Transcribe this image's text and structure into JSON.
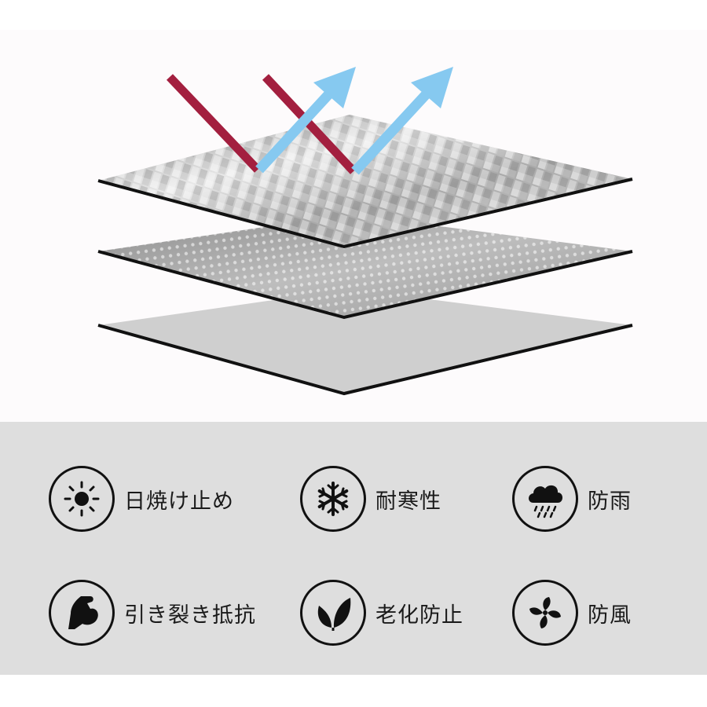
{
  "colors": {
    "hero_background": "#fdfbfc",
    "panel_background": "#dedede",
    "incoming_arrow": "#a31f3f",
    "reflected_arrow": "#86c9f0",
    "layer_edge": "#111111",
    "icon_ink": "#111111"
  },
  "hero": {
    "layers": [
      {
        "name": "woven-foil-layer",
        "texture": "woven-silver"
      },
      {
        "name": "bubble-mesh-layer",
        "texture": "grid-silver"
      },
      {
        "name": "base-film-layer",
        "texture": "plain-grey"
      }
    ],
    "arrows": {
      "incoming_count": 2,
      "reflected_count": 2
    }
  },
  "features": [
    {
      "icon": "sun-icon",
      "label": "日焼け止め"
    },
    {
      "icon": "snowflake-icon",
      "label": "耐寒性"
    },
    {
      "icon": "rain-cloud-icon",
      "label": "防雨"
    },
    {
      "icon": "flexed-arm-icon",
      "label": "引き裂き抵抗"
    },
    {
      "icon": "leaf-icon",
      "label": "老化防止"
    },
    {
      "icon": "fan-icon",
      "label": "防風"
    }
  ]
}
